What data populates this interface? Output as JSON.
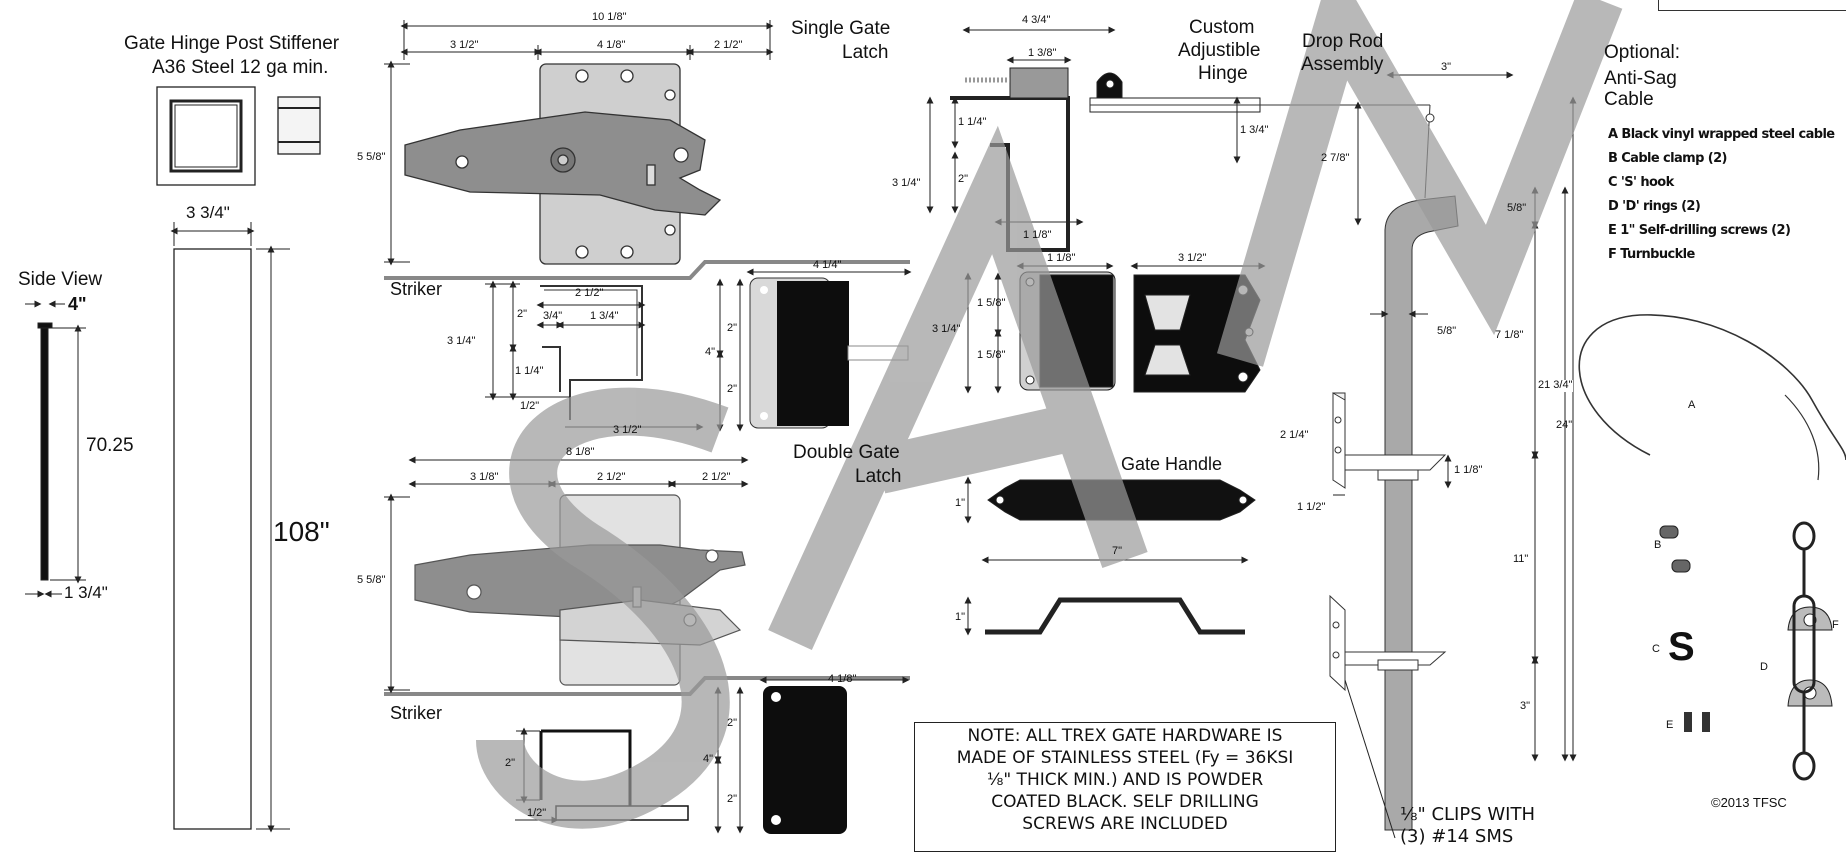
{
  "labels": {
    "stiffener_title": "Gate Hinge Post Stiffener",
    "stiffener_sub": "A36 Steel 12 ga min.",
    "stiffener_w": "3 3/4\"",
    "stiffener_h": "108\"",
    "side_view": "Side View",
    "side_top": "4\"",
    "side_len": "70.25",
    "side_bot": "1 3/4\"",
    "single_latch": "Single Gate",
    "single_latch2": "Latch",
    "double_latch": "Double Gate",
    "double_latch2": "Latch",
    "striker1": "Striker",
    "striker2": "Striker",
    "custom_hinge1": "Custom",
    "custom_hinge2": "Adjustible",
    "custom_hinge3": "Hinge",
    "drop_rod1": "Drop Rod",
    "drop_rod2": "Assembly",
    "gate_handle": "Gate Handle",
    "optional1": "Optional:",
    "optional2": "Anti-Sag",
    "optional3": "Cable",
    "copyright": "©2013 TFSC",
    "clips1": "⅛\" CLIPS WITH",
    "clips2": "(3) #14 SMS"
  },
  "dims": {
    "d_10_1_8": "10 1/8\"",
    "d_3_1_2a": "3 1/2\"",
    "d_4_1_8a": "4 1/8\"",
    "d_2_1_2a": "2 1/2\"",
    "d_5_5_8a": "5 5/8\"",
    "d_2_1_2b": "2 1/2\"",
    "d_3_4": "3/4\"",
    "d_1_3_4a": "1 3/4\"",
    "d_2a": "2\"",
    "d_3_1_4a": "3 1/4\"",
    "d_1_1_4a": "1 1/4\"",
    "d_1_2a": "1/2\"",
    "d_3_1_2b": "3 1/2\"",
    "d_4_1_4": "4 1/4\"",
    "d_2b": "2\"",
    "d_4a": "4\"",
    "d_2c": "2\"",
    "d_8_1_8": "8 1/8\"",
    "d_3_1_8": "3 1/8\"",
    "d_2_1_2c": "2 1/2\"",
    "d_2_1_2d": "2 1/2\"",
    "d_5_5_8b": "5 5/8\"",
    "d_4_1_8b": "4 1/8\"",
    "d_2d": "2\"",
    "d_4b": "4\"",
    "d_2e": "2\"",
    "d_2f": "2\"",
    "d_1_2b": "1/2\"",
    "d_4_3_4": "4 3/4\"",
    "d_1_3_8": "1 3/8\"",
    "d_1_1_4b": "1 1/4\"",
    "d_3_1_4b": "3 1/4\"",
    "d_2g": "2\"",
    "d_1_1_8a": "1 1/8\"",
    "d_1_3_4b": "1 3/4\"",
    "d_1_1_8b": "1 1/8\"",
    "d_3_1_2c": "3 1/2\"",
    "d_1_5_8a": "1 5/8\"",
    "d_3_1_4c": "3 1/4\"",
    "d_1_5_8b": "1 5/8\"",
    "d_1a": "1\"",
    "d_7": "7\"",
    "d_1b": "1\"",
    "d_3a": "3\"",
    "d_2_7_8": "2 7/8\"",
    "d_5_8a": "5/8\"",
    "d_5_8b": "5/8\"",
    "d_7_1_8": "7 1/8\"",
    "d_21_3_4": "21 3/4\"",
    "d_24": "24\"",
    "d_2_1_4": "2 1/4\"",
    "d_1_1_8c": "1 1/8\"",
    "d_1_1_2": "1 1/2\"",
    "d_11": "11\"",
    "d_3b": "3\""
  },
  "note": [
    "NOTE: ALL TREX GATE HARDWARE IS",
    "MADE OF STAINLESS STEEL (Fy = 36KSI",
    "⅛\" THICK MIN.) AND IS POWDER",
    "COATED BLACK. SELF DRILLING",
    "SCREWS ARE INCLUDED"
  ],
  "legend": [
    "A  Black vinyl wrapped steel cable",
    "B  Cable clamp (2)",
    "C  'S' hook",
    "D  'D' rings (2)",
    "E  1\" Self-drilling screws (2)",
    "F  Turnbuckle"
  ],
  "parts": {
    "A": "A",
    "B": "B",
    "C": "C",
    "D": "D",
    "E": "E",
    "F": "F"
  },
  "colors": {
    "steel": "#9a9a9a",
    "steel_light": "#c9c9c9",
    "black_part": "#111111",
    "watermark": "#9a9a9a",
    "line": "#222222"
  }
}
